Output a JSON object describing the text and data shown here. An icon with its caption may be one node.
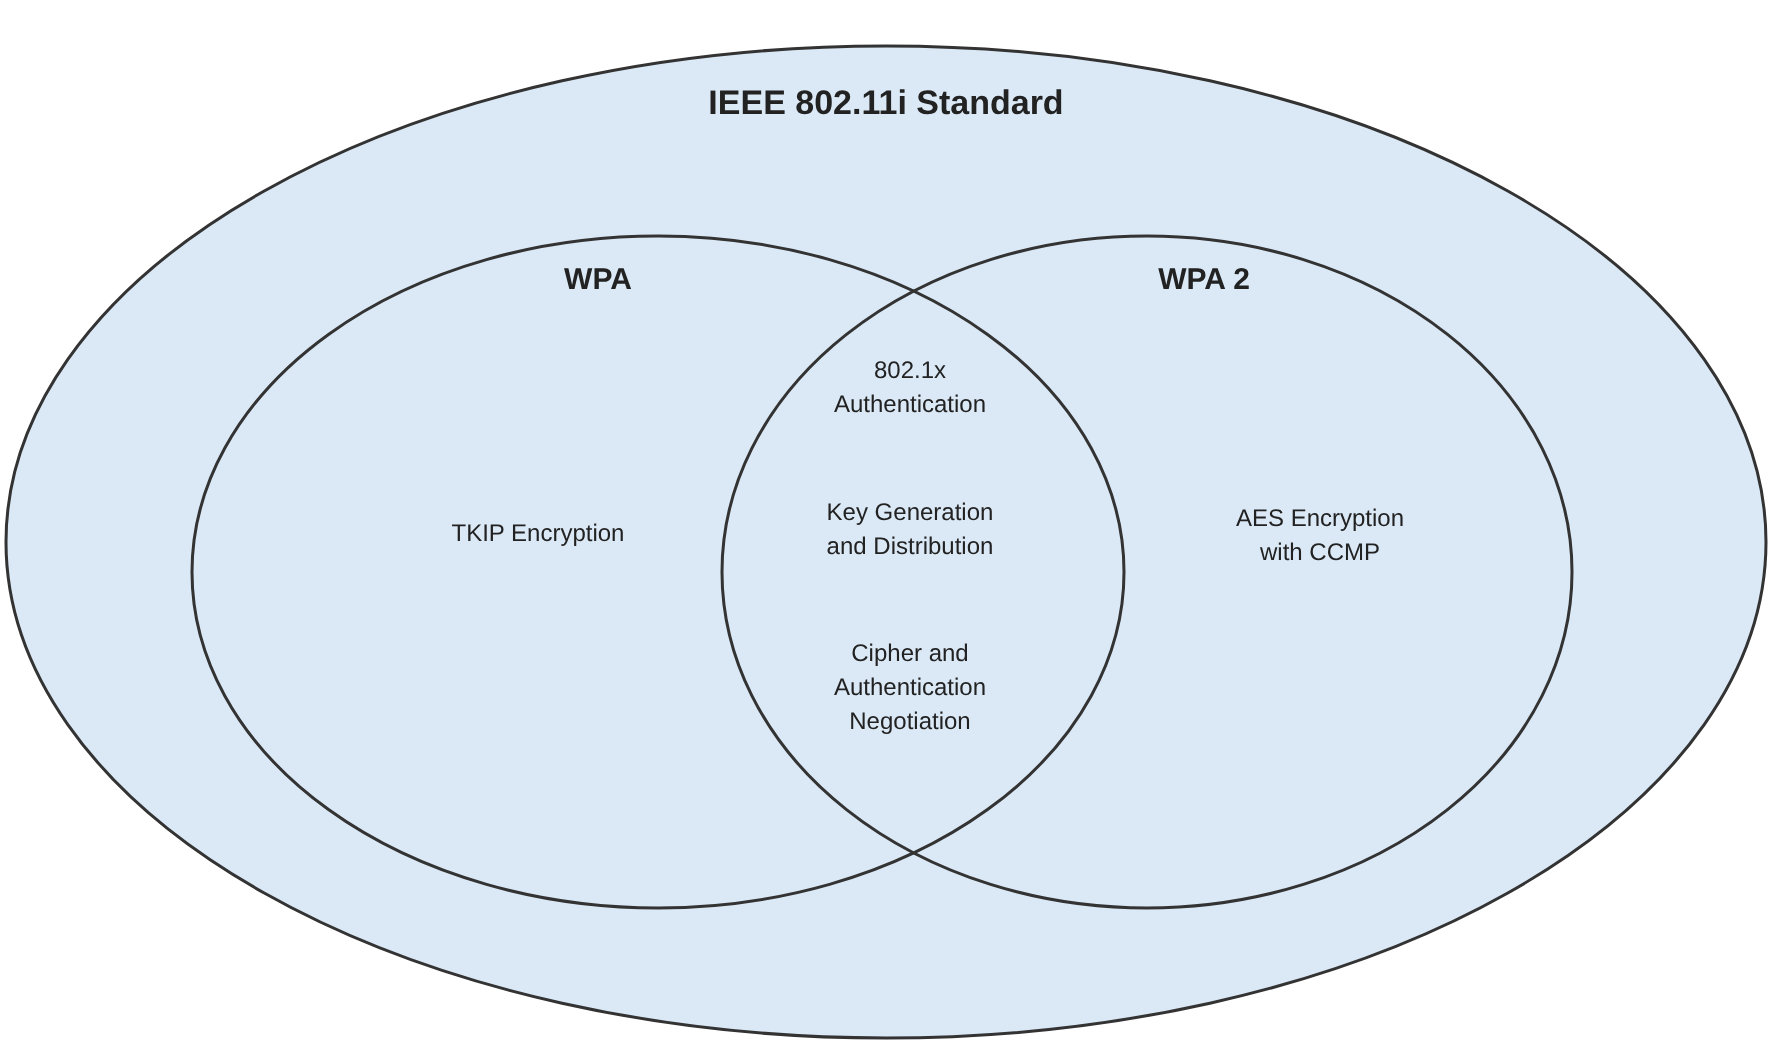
{
  "diagram": {
    "nodes": [
      {
        "text": [
          "IEEE 802.11i Standard"
        ]
      },
      {
        "text": [
          "WPA",
          "TKIP Encryption"
        ],
        "in": 0
      },
      {
        "text": [
          "WPA 2",
          "AES Encryption with CCMP"
        ],
        "in": 0
      }
    ],
    "edges": [],
    "labels": [
      "802.1x Authentication",
      "Key Generation and Distribution",
      "Cipher and Authentication Negotiation"
    ]
  }
}
